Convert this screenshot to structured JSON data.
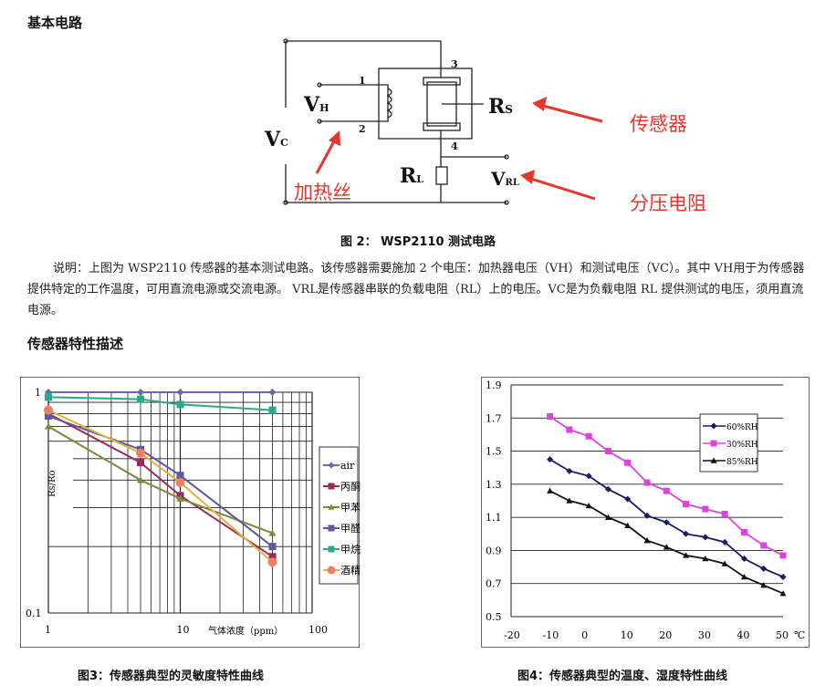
{
  "sections": {
    "basic_circuit": "基本电路",
    "characteristics": "传感器特性描述"
  },
  "circuit": {
    "labels": {
      "vc": "V",
      "vc_sub": "C",
      "vh": "V",
      "vh_sub": "H",
      "rs": "R",
      "rs_sub": "S",
      "rl": "R",
      "rl_sub": "L",
      "vrl": "V",
      "vrl_sub": "RL",
      "pin1": "1",
      "pin2": "2",
      "pin3": "3",
      "pin4": "4"
    },
    "annotations": {
      "sensor": "传感器",
      "divider": "分压电阻",
      "heater": "加热丝"
    },
    "caption": "图 2： WSP2110 测试电路"
  },
  "description": "说明：上图为 WSP2110 传感器的基本测试电路。该传感器需要施加 2 个电压：加热器电压（VH）和测试电压（VC）。其中 VH用于为传感器提供特定的工作温度，可用直流电源或交流电源。 VRL是传感器串联的负载电阻（RL）上的电压。VC是为负载电阻 RL 提供测试的电压，须用直流电源。",
  "chart_data": [
    {
      "type": "line",
      "title": "图3：传感器典型的灵敏度特性曲线",
      "xlabel": "气体浓度（ppm）",
      "ylabel": "Rs/Ro",
      "xscale": "log",
      "yscale": "log",
      "xlim": [
        1,
        100
      ],
      "ylim": [
        0.1,
        1
      ],
      "xticks": [
        "1",
        "10",
        "100"
      ],
      "yticks": [
        "0.1",
        "1"
      ],
      "legend": "right",
      "grid": true,
      "x": [
        1,
        5,
        10,
        50
      ],
      "series": [
        {
          "name": "air",
          "color": "#6b6aa6",
          "marker": "diamond",
          "values": [
            1,
            1,
            1,
            1
          ]
        },
        {
          "name": "丙酮",
          "color": "#9c2b5c",
          "marker": "square",
          "values": [
            0.8,
            0.48,
            0.34,
            0.18
          ]
        },
        {
          "name": "甲苯",
          "color": "#7d8a3a",
          "marker": "triangle",
          "values": [
            0.7,
            0.4,
            0.33,
            0.23
          ]
        },
        {
          "name": "甲醛",
          "color": "#5b5a9c",
          "marker": "square",
          "values": [
            0.78,
            0.55,
            0.42,
            0.2
          ]
        },
        {
          "name": "甲烷",
          "color": "#2aa88f",
          "marker": "square",
          "values": [
            0.95,
            0.93,
            0.88,
            0.83
          ]
        },
        {
          "name": "酒精",
          "color": "#f08062",
          "line": "#e2b040",
          "marker": "circle",
          "values": [
            0.83,
            0.53,
            0.39,
            0.17
          ]
        }
      ]
    },
    {
      "type": "line",
      "title": "图4：传感器典型的温度、湿度特性曲线",
      "xlabel": "℃",
      "ylabel": "",
      "xlim": [
        -20,
        50
      ],
      "ylim": [
        0.5,
        1.9
      ],
      "xticks": [
        "-20",
        "-10",
        "0",
        "10",
        "20",
        "30",
        "40",
        "50"
      ],
      "yticks": [
        "0.5",
        "0.7",
        "0.9",
        "1.1",
        "1.3",
        "1.5",
        "1.7",
        "1.9"
      ],
      "legend": "top-right",
      "grid": true,
      "x": [
        -10,
        -5,
        0,
        5,
        10,
        15,
        20,
        25,
        30,
        35,
        40,
        45,
        50
      ],
      "series": [
        {
          "name": "60%RH",
          "color": "#1a1a6a",
          "marker": "diamond",
          "values": [
            1.45,
            1.38,
            1.35,
            1.27,
            1.21,
            1.11,
            1.07,
            1.0,
            0.98,
            0.95,
            0.85,
            0.79,
            0.74
          ]
        },
        {
          "name": "30%RH",
          "color": "#e040e0",
          "marker": "square",
          "values": [
            1.71,
            1.63,
            1.59,
            1.5,
            1.43,
            1.31,
            1.26,
            1.18,
            1.15,
            1.12,
            1.01,
            0.93,
            0.87
          ]
        },
        {
          "name": "85%RH",
          "color": "#111111",
          "marker": "triangle",
          "values": [
            1.26,
            1.2,
            1.17,
            1.1,
            1.05,
            0.96,
            0.92,
            0.87,
            0.85,
            0.82,
            0.74,
            0.69,
            0.64
          ]
        }
      ]
    }
  ]
}
